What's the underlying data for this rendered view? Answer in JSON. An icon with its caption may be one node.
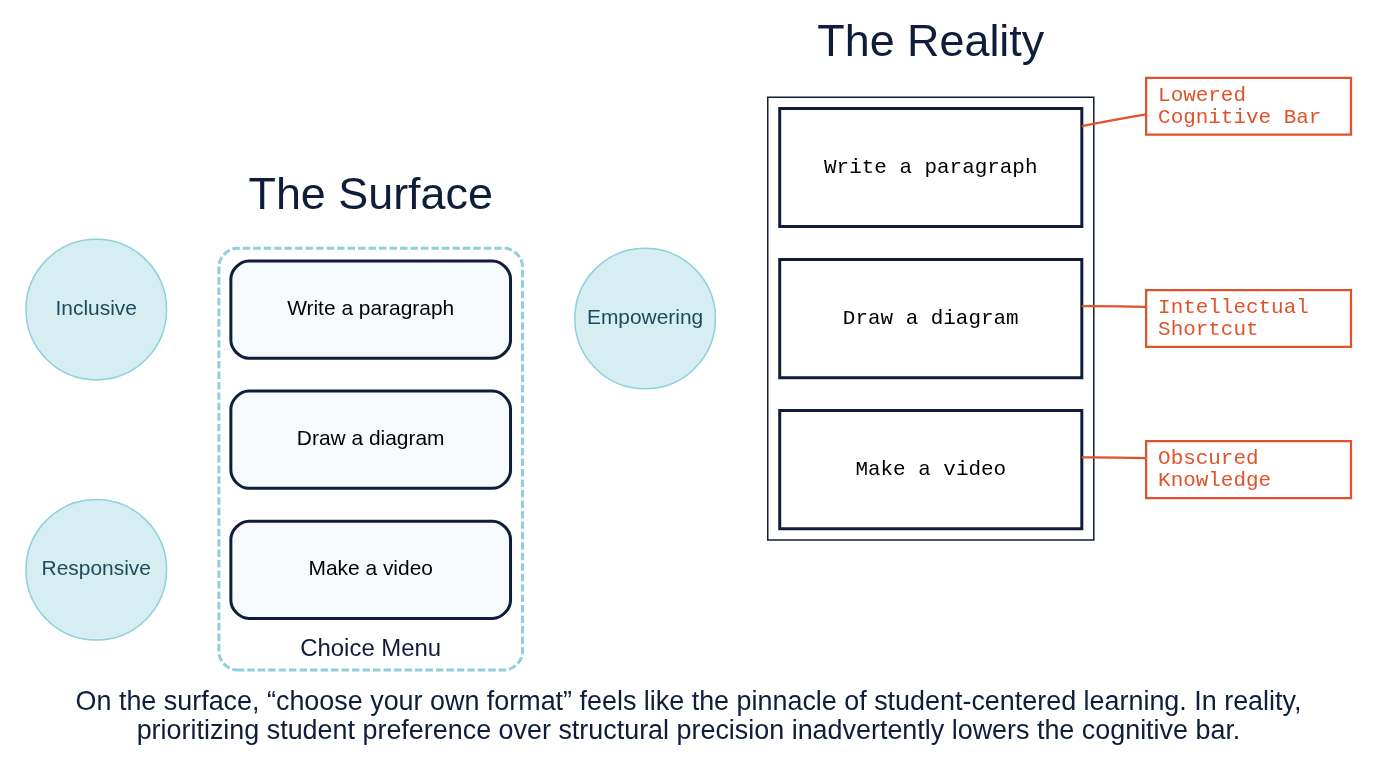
{
  "diagram": {
    "caption": "On the surface, “choose your own format” feels like the pinnacle of student-centered learning. In reality, prioritizing student preference over structural precision inadvertently lowers the cognitive bar.",
    "nodes": [
      {
        "text": [
          "Choice Menu"
        ]
      },
      {
        "text": [
          "Write a paragraph"
        ],
        "in": 0
      },
      {
        "text": [
          "Draw a diagram"
        ],
        "in": 0
      },
      {
        "text": [
          "Make a video"
        ],
        "in": 0
      },
      {
        "text": [
          "Inclusive"
        ]
      },
      {
        "text": [
          "Empowering"
        ]
      },
      {
        "text": [
          "Responsive"
        ]
      },
      {
        "text": [],
        "shape": "box"
      },
      {
        "text": [
          "Write a paragraph"
        ],
        "in": 7
      },
      {
        "text": [
          "Draw a diagram"
        ],
        "in": 7
      },
      {
        "text": [
          "Make a video"
        ],
        "in": 7
      },
      {
        "text": [
          "Lowered Cognitive Bar"
        ]
      },
      {
        "text": [
          "Intellectual Shortcut"
        ]
      },
      {
        "text": [
          "Obscured Knowledge"
        ]
      }
    ],
    "edges": [
      {
        "from": 11,
        "to": 8,
        "arrow": "none"
      },
      {
        "from": 12,
        "to": 9,
        "arrow": "none"
      },
      {
        "from": 13,
        "to": 10,
        "arrow": "none"
      }
    ],
    "labels": [
      "The Surface",
      "The Reality"
    ]
  }
}
